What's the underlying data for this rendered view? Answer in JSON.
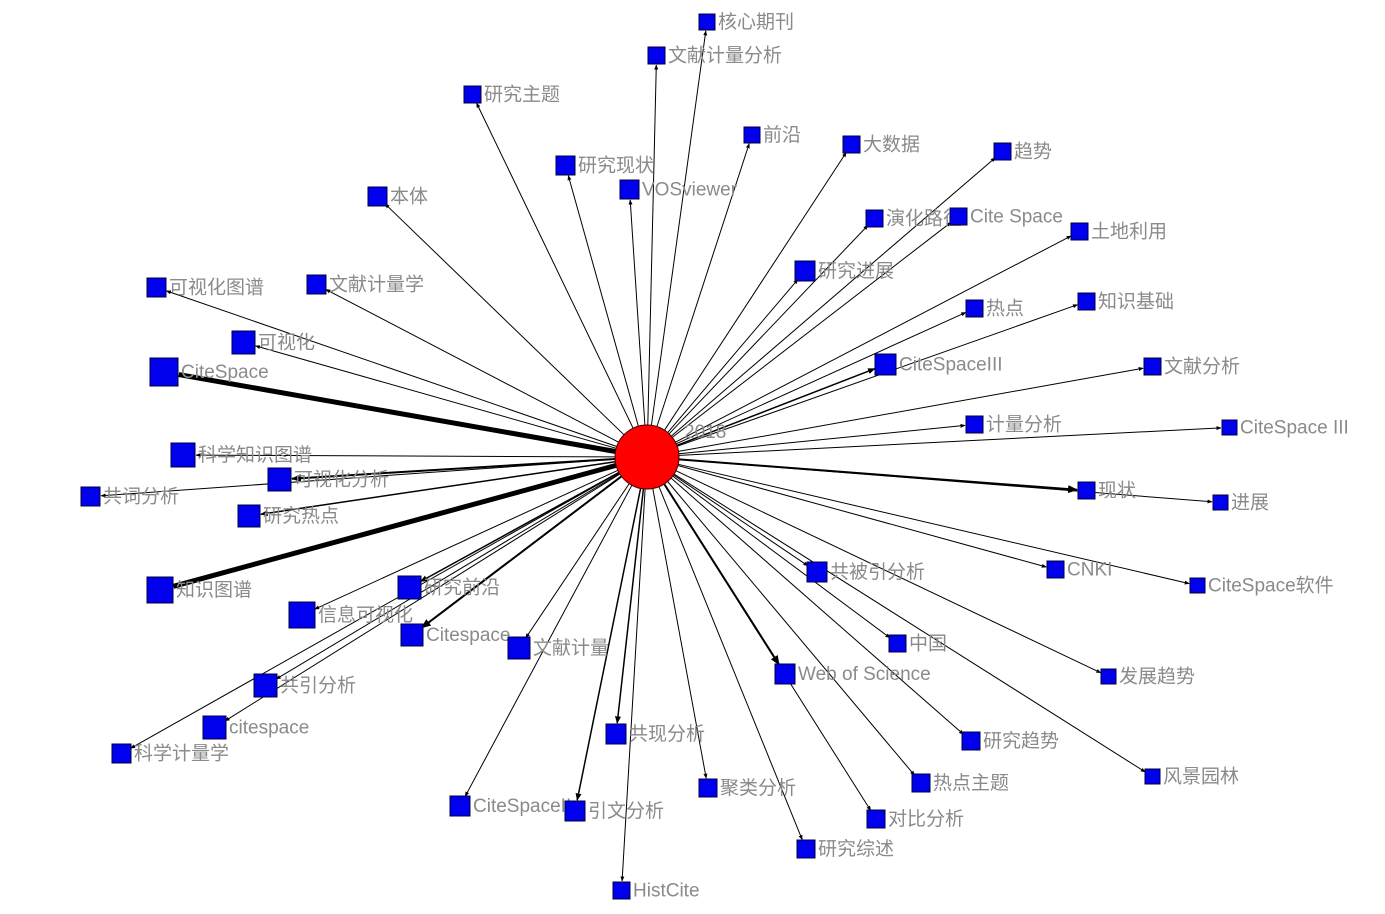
{
  "colors": {
    "background": "#ffffff",
    "node_fill": "#0000ee",
    "center_fill": "#ff0000",
    "edge": "#000000",
    "label": "#8a8a8a"
  },
  "center": {
    "label": "2018"
  },
  "nodes": [
    {
      "label": "核心期刊"
    },
    {
      "label": "文献计量分析"
    },
    {
      "label": "研究主题"
    },
    {
      "label": "前沿"
    },
    {
      "label": "大数据"
    },
    {
      "label": "趋势"
    },
    {
      "label": "研究现状"
    },
    {
      "label": "VOSviewer"
    },
    {
      "label": "本体"
    },
    {
      "label": "演化路径"
    },
    {
      "label": "Cite Space"
    },
    {
      "label": "土地利用"
    },
    {
      "label": "研究进展"
    },
    {
      "label": "可视化图谱"
    },
    {
      "label": "文献计量学"
    },
    {
      "label": "热点"
    },
    {
      "label": "知识基础"
    },
    {
      "label": "可视化"
    },
    {
      "label": "CiteSpace"
    },
    {
      "label": "CiteSpaceIII"
    },
    {
      "label": "文献分析"
    },
    {
      "label": "计量分析"
    },
    {
      "label": "CiteSpace III"
    },
    {
      "label": "科学知识图谱"
    },
    {
      "label": "可视化分析"
    },
    {
      "label": "共词分析"
    },
    {
      "label": "研究热点"
    },
    {
      "label": "现状"
    },
    {
      "label": "进展"
    },
    {
      "label": "CNKI"
    },
    {
      "label": "CiteSpace软件"
    },
    {
      "label": "共被引分析"
    },
    {
      "label": "知识图谱"
    },
    {
      "label": "研究前沿"
    },
    {
      "label": "信息可视化"
    },
    {
      "label": "Citespace"
    },
    {
      "label": "文献计量"
    },
    {
      "label": "中国"
    },
    {
      "label": "发展趋势"
    },
    {
      "label": "Web of Science"
    },
    {
      "label": "共引分析"
    },
    {
      "label": "citespace"
    },
    {
      "label": "科学计量学"
    },
    {
      "label": "研究趋势"
    },
    {
      "label": "共现分析"
    },
    {
      "label": "风景园林"
    },
    {
      "label": "热点主题"
    },
    {
      "label": "聚类分析"
    },
    {
      "label": "CiteSpaceII"
    },
    {
      "label": "引文分析"
    },
    {
      "label": "对比分析"
    },
    {
      "label": "研究综述"
    },
    {
      "label": "HistCite"
    }
  ],
  "edges": [
    {
      "from": "2018",
      "to": "核心期刊"
    },
    {
      "from": "2018",
      "to": "文献计量分析"
    },
    {
      "from": "2018",
      "to": "研究主题"
    },
    {
      "from": "2018",
      "to": "前沿"
    },
    {
      "from": "2018",
      "to": "大数据"
    },
    {
      "from": "2018",
      "to": "趋势"
    },
    {
      "from": "2018",
      "to": "研究现状"
    },
    {
      "from": "2018",
      "to": "VOSviewer"
    },
    {
      "from": "2018",
      "to": "本体"
    },
    {
      "from": "2018",
      "to": "演化路径"
    },
    {
      "from": "2018",
      "to": "Cite Space"
    },
    {
      "from": "2018",
      "to": "土地利用"
    },
    {
      "from": "2018",
      "to": "研究进展"
    },
    {
      "from": "2018",
      "to": "可视化图谱"
    },
    {
      "from": "2018",
      "to": "文献计量学"
    },
    {
      "from": "2018",
      "to": "热点"
    },
    {
      "from": "2018",
      "to": "知识基础"
    },
    {
      "from": "2018",
      "to": "可视化"
    },
    {
      "from": "2018",
      "to": "CiteSpace"
    },
    {
      "from": "2018",
      "to": "CiteSpaceIII"
    },
    {
      "from": "2018",
      "to": "文献分析"
    },
    {
      "from": "2018",
      "to": "计量分析"
    },
    {
      "from": "2018",
      "to": "CiteSpace III"
    },
    {
      "from": "2018",
      "to": "科学知识图谱"
    },
    {
      "from": "2018",
      "to": "可视化分析"
    },
    {
      "from": "2018",
      "to": "共词分析"
    },
    {
      "from": "2018",
      "to": "研究热点"
    },
    {
      "from": "2018",
      "to": "现状"
    },
    {
      "from": "2018",
      "to": "进展"
    },
    {
      "from": "2018",
      "to": "CNKI"
    },
    {
      "from": "2018",
      "to": "CiteSpace软件"
    },
    {
      "from": "2018",
      "to": "共被引分析"
    },
    {
      "from": "2018",
      "to": "知识图谱"
    },
    {
      "from": "2018",
      "to": "研究前沿"
    },
    {
      "from": "2018",
      "to": "信息可视化"
    },
    {
      "from": "2018",
      "to": "Citespace"
    },
    {
      "from": "2018",
      "to": "文献计量"
    },
    {
      "from": "2018",
      "to": "中国"
    },
    {
      "from": "2018",
      "to": "发展趋势"
    },
    {
      "from": "2018",
      "to": "Web of Science"
    },
    {
      "from": "2018",
      "to": "共引分析"
    },
    {
      "from": "2018",
      "to": "citespace"
    },
    {
      "from": "2018",
      "to": "科学计量学"
    },
    {
      "from": "2018",
      "to": "研究趋势"
    },
    {
      "from": "2018",
      "to": "共现分析"
    },
    {
      "from": "2018",
      "to": "风景园林"
    },
    {
      "from": "2018",
      "to": "热点主题"
    },
    {
      "from": "2018",
      "to": "聚类分析"
    },
    {
      "from": "2018",
      "to": "CiteSpaceII"
    },
    {
      "from": "2018",
      "to": "引文分析"
    },
    {
      "from": "2018",
      "to": "对比分析"
    },
    {
      "from": "2018",
      "to": "研究综述"
    },
    {
      "from": "2018",
      "to": "HistCite"
    }
  ]
}
